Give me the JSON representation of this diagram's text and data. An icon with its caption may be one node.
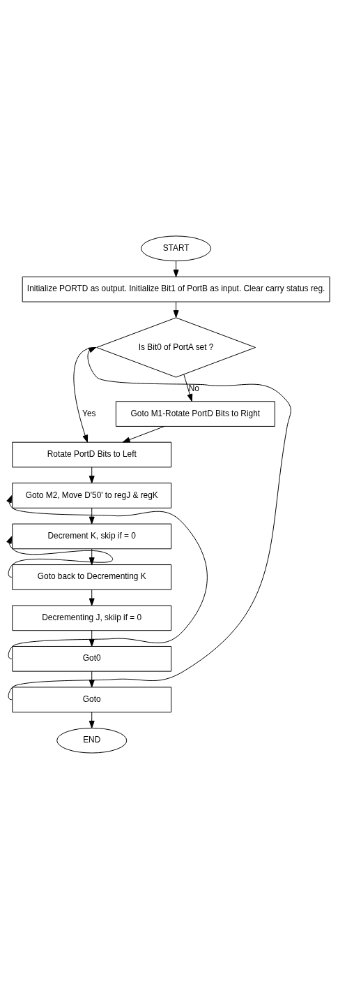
{
  "diagram": {
    "nodes": [
      {
        "text": [
          "START"
        ]
      },
      {
        "text": [
          "Initialize PORTD as output. Initialize Bit1 of PortB as input. Clear carry status reg."
        ]
      },
      {
        "text": [
          "Is Bit0 of PortA set ?"
        ]
      },
      {
        "text": [
          "Goto M1-Rotate PortD Bits to Right"
        ]
      },
      {
        "text": [
          "Rotate PortD Bits to Left"
        ]
      },
      {
        "text": [
          "Goto M2, Move D'50' to regJ & regK"
        ]
      },
      {
        "text": [
          "Decrement K, skip if = 0"
        ]
      },
      {
        "text": [
          "Goto back to Decrementing K"
        ]
      },
      {
        "text": [
          "Decrementing J, skiip if = 0"
        ]
      },
      {
        "text": [
          "Got0"
        ]
      },
      {
        "text": [
          "Goto"
        ]
      },
      {
        "text": [
          "END"
        ]
      }
    ],
    "edges": [
      {
        "from": 0,
        "to": 1,
        "arrow": "to"
      },
      {
        "from": 1,
        "to": 2,
        "arrow": "to"
      },
      {
        "from": 2,
        "to": 3,
        "arrow": "to",
        "label": "No"
      },
      {
        "from": 2,
        "to": 4,
        "arrow": "to",
        "label": "Yes"
      },
      {
        "from": 3,
        "to": 4,
        "arrow": "to"
      },
      {
        "from": 4,
        "to": 5,
        "arrow": "to"
      },
      {
        "from": 5,
        "to": 6,
        "arrow": "to"
      },
      {
        "from": 6,
        "to": 7,
        "arrow": "to"
      },
      {
        "from": 7,
        "to": 6,
        "arrow": "to"
      },
      {
        "from": 7,
        "to": 8,
        "arrow": "to"
      },
      {
        "from": 8,
        "to": 9,
        "arrow": "to"
      },
      {
        "from": 9,
        "to": 5,
        "arrow": "to"
      },
      {
        "from": 9,
        "to": 10,
        "arrow": "to"
      },
      {
        "from": 10,
        "to": 2,
        "arrow": "to"
      },
      {
        "from": 10,
        "to": 11,
        "arrow": "to"
      }
    ]
  }
}
